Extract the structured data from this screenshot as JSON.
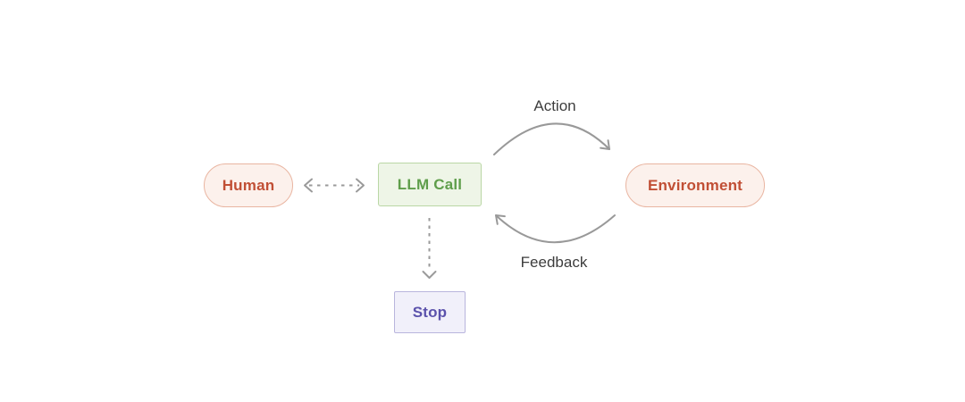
{
  "diagram": {
    "nodes": {
      "human": {
        "label": "Human",
        "shape": "pill"
      },
      "llm_call": {
        "label": "LLM Call",
        "shape": "rect"
      },
      "environment": {
        "label": "Environment",
        "shape": "pill"
      },
      "stop": {
        "label": "Stop",
        "shape": "rect"
      }
    },
    "edges": {
      "human_llm": {
        "type": "dashed-double-arrow",
        "from": "human",
        "to": "llm_call"
      },
      "llm_stop": {
        "type": "dashed-arrow",
        "from": "llm_call",
        "to": "stop"
      },
      "action": {
        "label": "Action",
        "type": "curved-arrow",
        "from": "llm_call",
        "to": "environment"
      },
      "feedback": {
        "label": "Feedback",
        "type": "curved-arrow",
        "from": "environment",
        "to": "llm_call"
      }
    },
    "colors": {
      "red_node_text": "#c14f35",
      "red_node_bg": "#fcf1ec",
      "red_node_border": "#e9b5a1",
      "green_node_text": "#5f9e4b",
      "green_node_bg": "#eef5e7",
      "green_node_border": "#bad7a5",
      "purple_node_text": "#5b52ac",
      "purple_node_bg": "#f1f0fa",
      "purple_node_border": "#b9b5dd",
      "arrow_gray": "#999999",
      "edge_label_text": "#3d3d3d",
      "background": "#ffffff"
    }
  }
}
